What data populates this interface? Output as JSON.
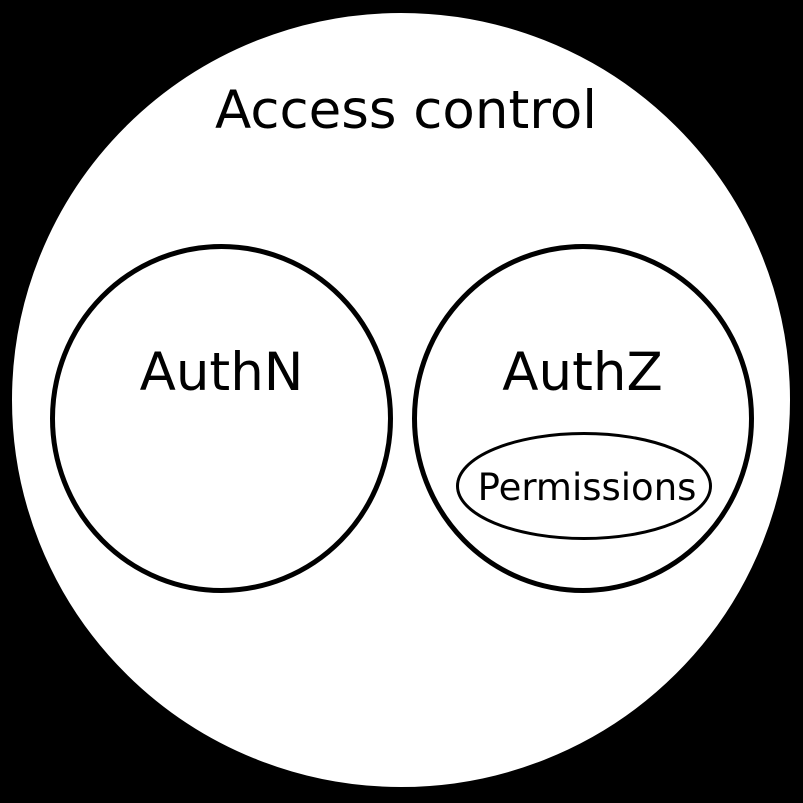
{
  "diagram": {
    "kind": "euler-diagram",
    "title": "Access control",
    "sets": [
      {
        "label": "AuthN",
        "children": []
      },
      {
        "label": "AuthZ",
        "children": [
          {
            "label": "Permissions"
          }
        ]
      }
    ]
  },
  "colors": {
    "background": "#000000",
    "set_fill": "#ffffff",
    "line": "#000000"
  }
}
